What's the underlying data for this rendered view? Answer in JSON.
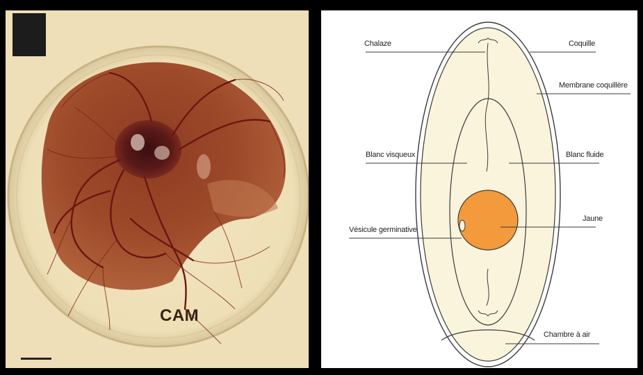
{
  "photo": {
    "cam_label": "CAM"
  },
  "egg_diagram": {
    "labels": {
      "chalaze": "Chalaze",
      "coquille": "Coquille",
      "membrane": "Membrane coquillère",
      "blanc_visqueux": "Blanc visqueux",
      "blanc_fluide": "Blanc fluide",
      "vesicule": "Vésicule germinative",
      "jaune": "Jaune",
      "chambre": "Chambre à air"
    },
    "colors": {
      "yolk": "#f39a3d",
      "albumen": "#fbf4dc",
      "shell_line": "#3a3a3a"
    }
  }
}
